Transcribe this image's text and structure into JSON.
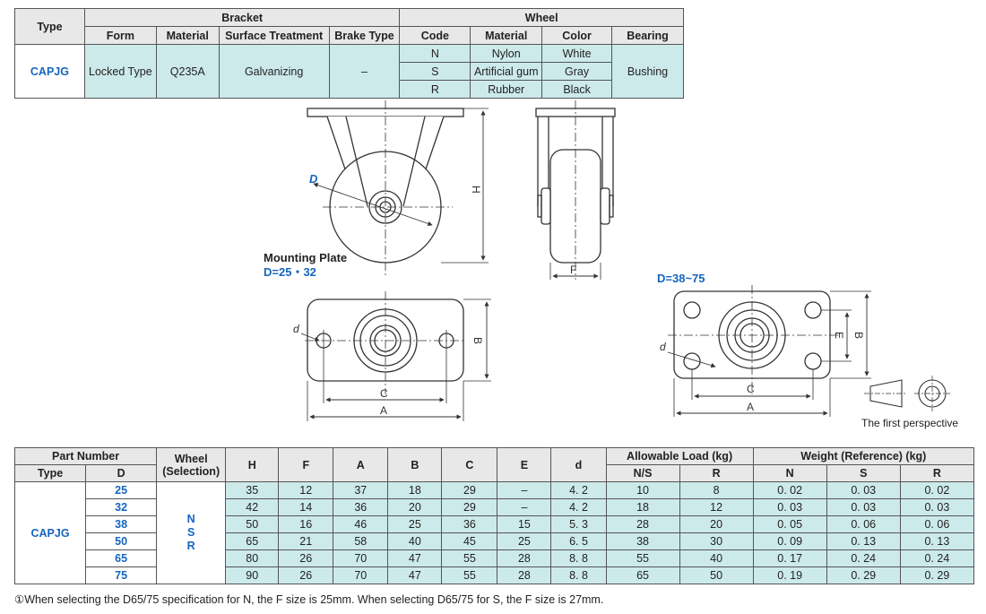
{
  "spec_table": {
    "headers": {
      "type": "Type",
      "bracket": "Bracket",
      "wheel": "Wheel",
      "form": "Form",
      "material": "Material",
      "surface_treatment": "Surface Treatment",
      "brake_type": "Brake Type",
      "code": "Code",
      "wheel_material": "Material",
      "color": "Color",
      "bearing": "Bearing"
    },
    "row": {
      "type": "CAPJG",
      "form": "Locked Type",
      "material": "Q235A",
      "surface_treatment": "Galvanizing",
      "brake_type": "–",
      "bearing": "Bushing",
      "wheels": [
        {
          "code": "N",
          "material": "Nylon",
          "color": "White"
        },
        {
          "code": "S",
          "material": "Artificial gum",
          "color": "Gray"
        },
        {
          "code": "R",
          "material": "Rubber",
          "color": "Black"
        }
      ]
    }
  },
  "drawings": {
    "label_D": "D",
    "label_H": "H",
    "label_F": "F",
    "mounting_plate": "Mounting Plate",
    "small_range": "D=25・32",
    "large_range": "D=38~75",
    "label_d": "d",
    "label_B": "B",
    "label_C": "C",
    "label_A": "A",
    "label_E": "E",
    "first_perspective": "The first perspective"
  },
  "dim_table": {
    "headers": {
      "part_number": "Part Number",
      "wheel": "Wheel",
      "selection": "(Selection)",
      "type": "Type",
      "D": "D",
      "H": "H",
      "F": "F",
      "A": "A",
      "B": "B",
      "C": "C",
      "E": "E",
      "d": "d",
      "allowable_load": "Allowable Load (kg)",
      "ns": "N/S",
      "r": "R",
      "weight": "Weight (Reference) (kg)",
      "wn": "N",
      "ws": "S",
      "wr": "R"
    },
    "type": "CAPJG",
    "wheel_codes": [
      "N",
      "S",
      "R"
    ],
    "rows": [
      {
        "D": "25",
        "H": "35",
        "F": "12",
        "A": "37",
        "B": "18",
        "C": "29",
        "E": "–",
        "d": "4. 2",
        "load_ns": "10",
        "load_r": "8",
        "w_n": "0. 02",
        "w_s": "0. 03",
        "w_r": "0. 02"
      },
      {
        "D": "32",
        "H": "42",
        "F": "14",
        "A": "36",
        "B": "20",
        "C": "29",
        "E": "–",
        "d": "4. 2",
        "load_ns": "18",
        "load_r": "12",
        "w_n": "0. 03",
        "w_s": "0. 03",
        "w_r": "0. 03"
      },
      {
        "D": "38",
        "H": "50",
        "F": "16",
        "A": "46",
        "B": "25",
        "C": "36",
        "E": "15",
        "d": "5. 3",
        "load_ns": "28",
        "load_r": "20",
        "w_n": "0. 05",
        "w_s": "0. 06",
        "w_r": "0. 06"
      },
      {
        "D": "50",
        "H": "65",
        "F": "21",
        "A": "58",
        "B": "40",
        "C": "45",
        "E": "25",
        "d": "6. 5",
        "load_ns": "38",
        "load_r": "30",
        "w_n": "0. 09",
        "w_s": "0. 13",
        "w_r": "0. 13"
      },
      {
        "D": "65",
        "H": "80",
        "F": "26",
        "A": "70",
        "B": "47",
        "C": "55",
        "E": "28",
        "d": "8. 8",
        "load_ns": "55",
        "load_r": "40",
        "w_n": "0. 17",
        "w_s": "0. 24",
        "w_r": "0. 24"
      },
      {
        "D": "75",
        "H": "90",
        "F": "26",
        "A": "70",
        "B": "47",
        "C": "55",
        "E": "28",
        "d": "8. 8",
        "load_ns": "65",
        "load_r": "50",
        "w_n": "0. 19",
        "w_s": "0. 29",
        "w_r": "0. 29"
      }
    ]
  },
  "footnote": "①When selecting the D65/75 specification for N, the F size is 25mm. When selecting D65/75 for S, the F size is 27mm."
}
